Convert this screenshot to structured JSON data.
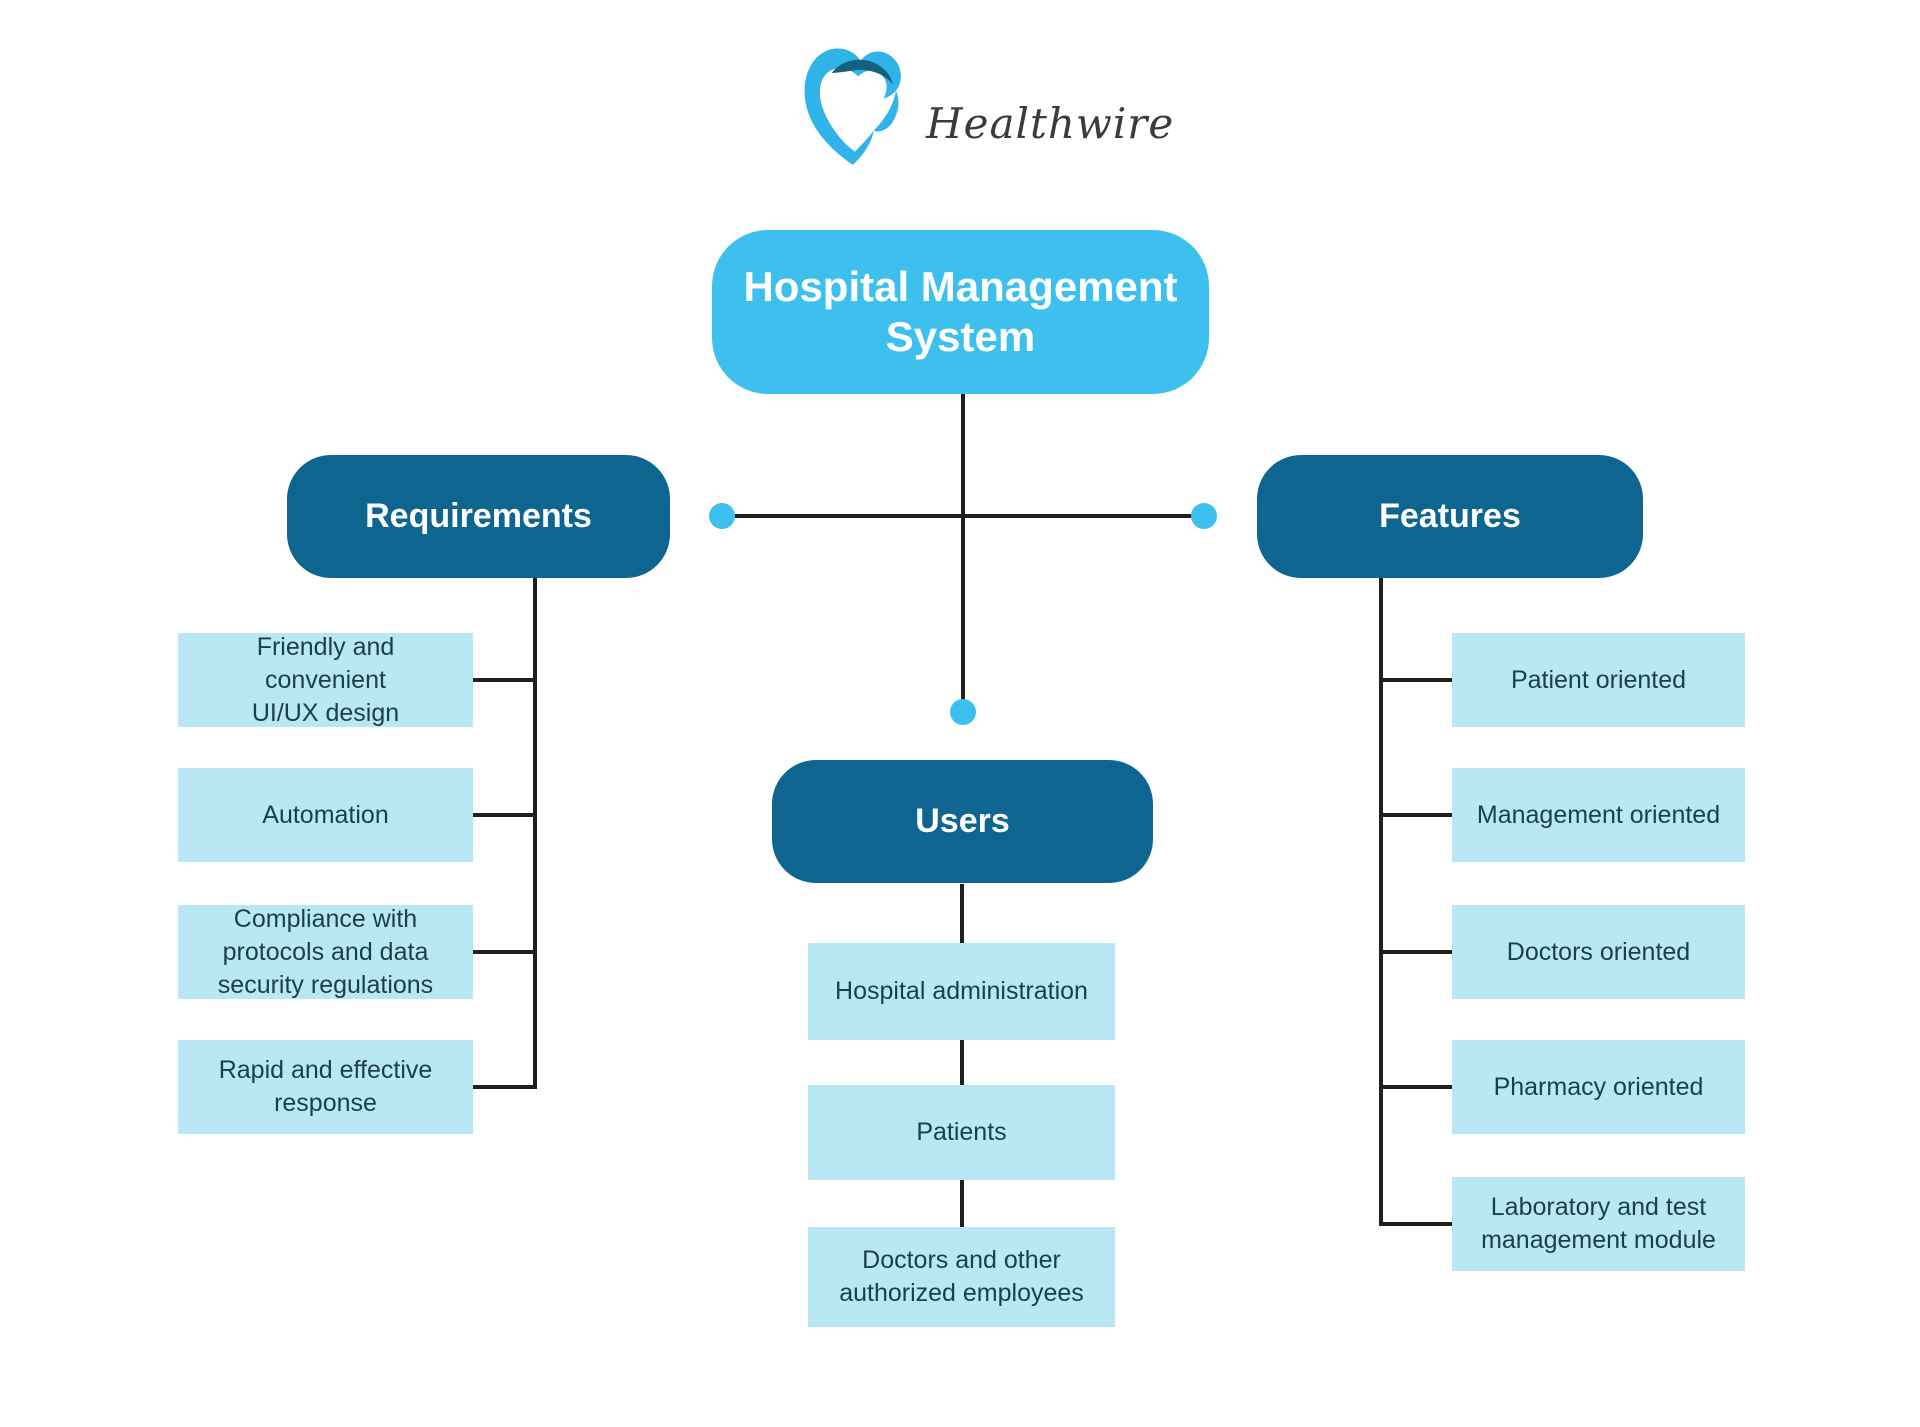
{
  "logo": {
    "brand": "Healthwire",
    "icon": "healthwire-heart"
  },
  "root": {
    "title": "Hospital Management\nSystem"
  },
  "sections": {
    "requirements": {
      "label": "Requirements",
      "items": [
        "Friendly and\nconvenient\nUI/UX design",
        "Automation",
        "Compliance with\nprotocols and data\nsecurity regulations",
        "Rapid and effective\nresponse"
      ]
    },
    "users": {
      "label": "Users",
      "items": [
        "Hospital administration",
        "Patients",
        "Doctors and other\nauthorized employees"
      ]
    },
    "features": {
      "label": "Features",
      "items": [
        "Patient oriented",
        "Management oriented",
        "Doctors oriented",
        "Pharmacy oriented",
        "Laboratory and test\nmanagement module"
      ]
    }
  },
  "colors": {
    "accent_blue": "#3EC0EE",
    "dark_teal": "#0E6590",
    "light_cyan": "#B9E8F4",
    "text_dark": "#1C3D4F",
    "text_light": "#FFFFFF",
    "connector": "#1F1F1F",
    "logo_text": "#3B3B3B",
    "background": "#FFFFFF"
  }
}
